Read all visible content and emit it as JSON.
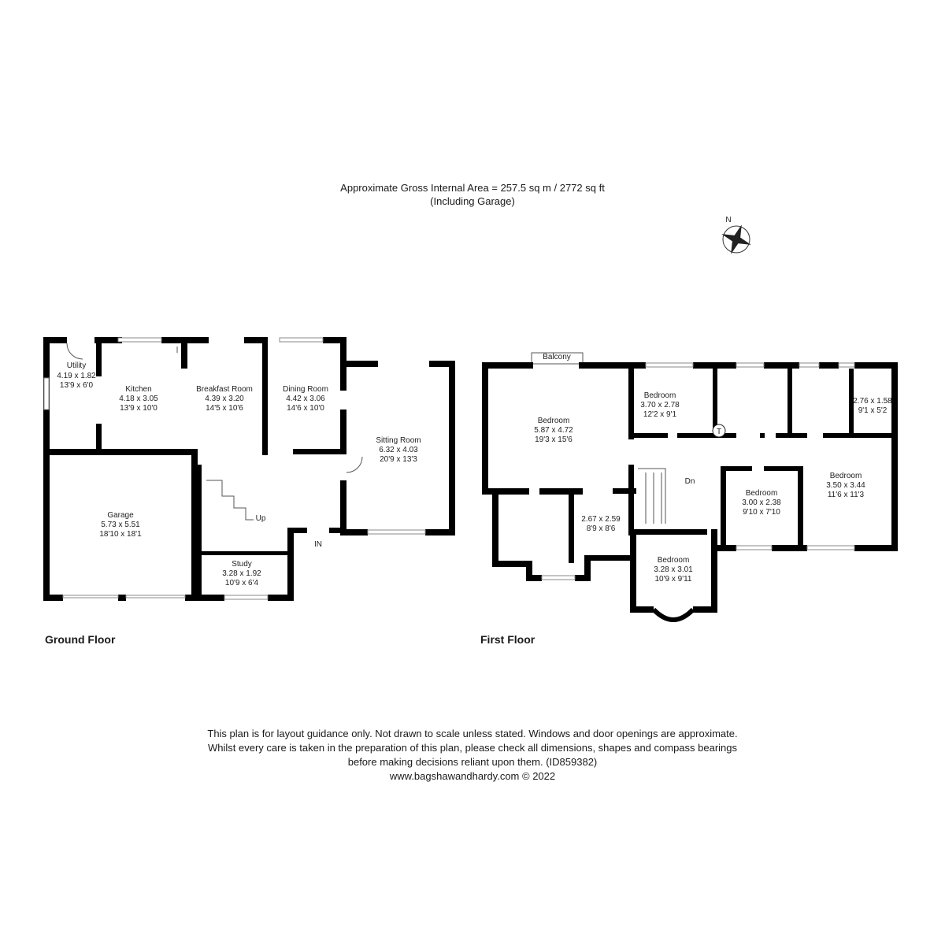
{
  "header": {
    "area": "Approximate Gross Internal Area = 257.5 sq m / 2772 sq ft",
    "note": "(Including Garage)"
  },
  "compass": {
    "label": "N",
    "icon": "compass-rose-icon"
  },
  "ground_floor": {
    "title": "Ground Floor",
    "rooms": [
      {
        "name": "Utility",
        "metric": "4.19 x 1.82",
        "imperial": "13'9 x 6'0"
      },
      {
        "name": "Kitchen",
        "metric": "4.18 x 3.05",
        "imperial": "13'9 x 10'0"
      },
      {
        "name": "Breakfast Room",
        "metric": "4.39 x 3.20",
        "imperial": "14'5 x 10'6"
      },
      {
        "name": "Dining Room",
        "metric": "4.42 x 3.06",
        "imperial": "14'6 x 10'0"
      },
      {
        "name": "Sitting Room",
        "metric": "6.32 x 4.03",
        "imperial": "20'9 x 13'3"
      },
      {
        "name": "Garage",
        "metric": "5.73 x 5.51",
        "imperial": "18'10 x 18'1"
      },
      {
        "name": "Study",
        "metric": "3.28 x 1.92",
        "imperial": "10'9 x 6'4"
      }
    ],
    "stairs_label": "Up",
    "entrance_label": "IN"
  },
  "first_floor": {
    "title": "First Floor",
    "balcony": "Balcony",
    "rooms": [
      {
        "name": "Bedroom",
        "metric": "5.87 x 4.72",
        "imperial": "19'3 x 15'6"
      },
      {
        "name": "Bedroom",
        "metric": "3.70 x 2.78",
        "imperial": "12'2 x 9'1"
      },
      {
        "name": "",
        "metric": "2.76 x 1.58",
        "imperial": "9'1 x 5'2"
      },
      {
        "name": "Bedroom",
        "metric": "3.50 x 3.44",
        "imperial": "11'6 x 11'3"
      },
      {
        "name": "Bedroom",
        "metric": "3.00 x 2.38",
        "imperial": "9'10 x 7'10"
      },
      {
        "name": "",
        "metric": "2.67 x 2.59",
        "imperial": "8'9 x 8'6"
      },
      {
        "name": "Bedroom",
        "metric": "3.28 x 3.01",
        "imperial": "10'9 x 9'11"
      }
    ],
    "stairs_label": "Dn",
    "tank_label": "T"
  },
  "footer": {
    "line1": "This plan is for layout guidance only. Not drawn to scale unless stated. Windows and door openings are approximate.",
    "line2": "Whilst every care is taken in the preparation of this plan, please check all dimensions, shapes and compass bearings",
    "line3": "before making decisions reliant upon them. (ID859382)",
    "line4": "www.bagshawandhardy.com © 2022"
  }
}
